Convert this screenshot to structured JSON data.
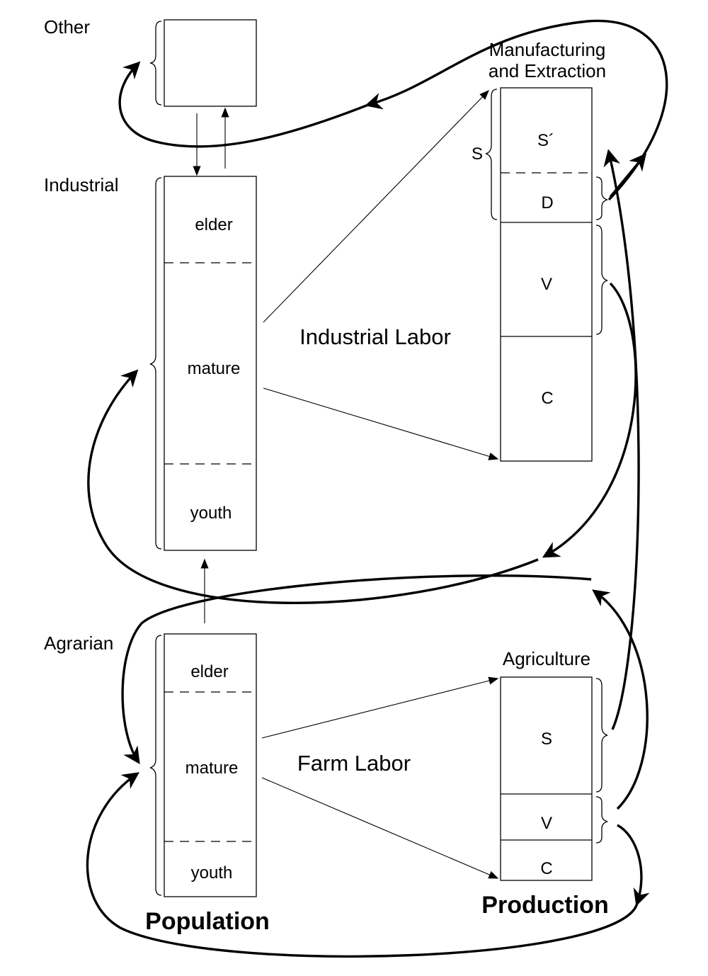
{
  "population": {
    "other_label": "Other",
    "industrial_label": "Industrial",
    "agrarian_label": "Agrarian",
    "industrial_segments": {
      "elder": "elder",
      "mature": "mature",
      "youth": "youth"
    },
    "agrarian_segments": {
      "elder": "elder",
      "mature": "mature",
      "youth": "youth"
    },
    "footer": "Population"
  },
  "production": {
    "manufacturing_label_line1": "Manufacturing",
    "manufacturing_label_line2": "and Extraction",
    "manufacturing_segments": {
      "s_prime": "S´",
      "d": "D",
      "v": "V",
      "c": "C"
    },
    "s_brace_label": "S",
    "agriculture_label": "Agriculture",
    "agriculture_segments": {
      "s": "S",
      "v": "V",
      "c": "C"
    },
    "footer": "Production"
  },
  "flows": {
    "industrial_labor": "Industrial Labor",
    "farm_labor": "Farm Labor"
  }
}
